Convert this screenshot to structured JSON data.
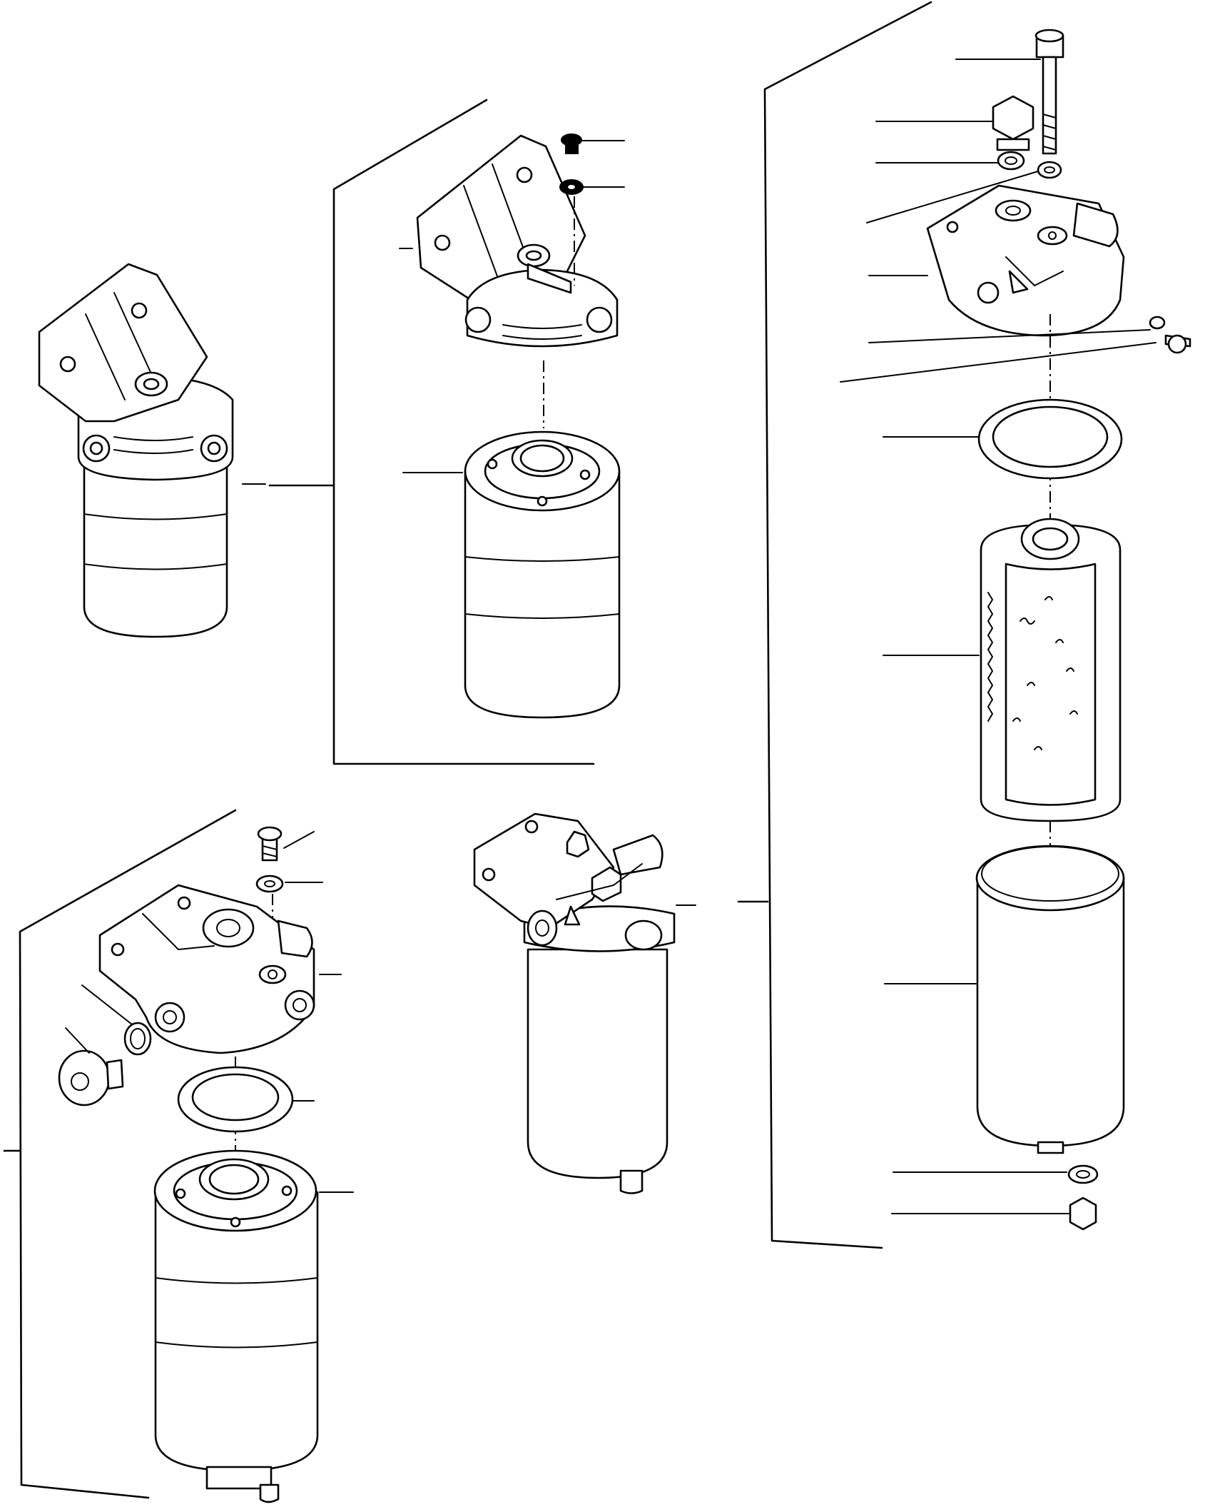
{
  "diagram": {
    "style": "exploded parts illustration, black line art on white",
    "colors": {
      "line": "#000000",
      "background": "#ffffff"
    },
    "assemblies": [
      {
        "id": "filter-assembly-top-left",
        "kind": "assembled filter with bracket head"
      },
      {
        "id": "filter-exploded-top-center",
        "kind": "bracket head, screw, washer, cartridge"
      },
      {
        "id": "filter-exploded-right",
        "kind": "bolt, plug, washers, head, ring, element, bowl, drain plug"
      },
      {
        "id": "filter-exploded-bottom-left",
        "kind": "head, screw, washer, O-ring, plug, seal ring, cartridge"
      },
      {
        "id": "filter-assembly-bottom-center",
        "kind": "assembled filter with flat bracket head"
      }
    ]
  }
}
